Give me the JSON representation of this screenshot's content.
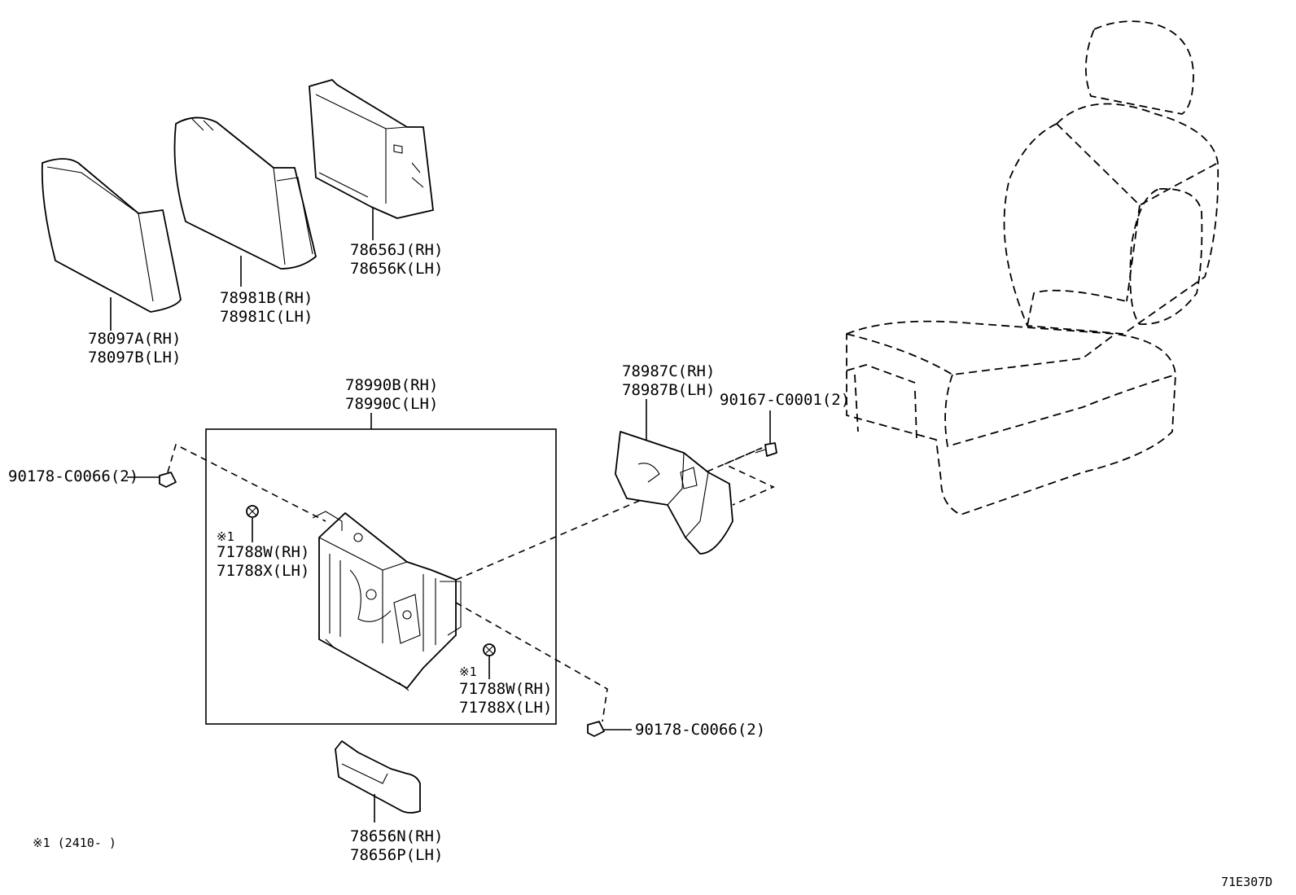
{
  "labels": {
    "cover_a": [
      "78097A(RH)",
      "78097B(LH)"
    ],
    "cover_b": [
      "78981B(RH)",
      "78981C(LH)"
    ],
    "cover_c": [
      "78656J(RH)",
      "78656K(LH)"
    ],
    "assembly": [
      "78990B(RH)",
      "78990C(LH)"
    ],
    "shield": [
      "78987C(RH)",
      "78987B(LH)"
    ],
    "screw": "90167-C0001(2)",
    "nut_left": "90178-C0066(2)",
    "nut_right": "90178-C0066(2)",
    "clip_upper": [
      "※1",
      "71788W(RH)",
      "71788X(LH)"
    ],
    "clip_lower": [
      "※1",
      "71788W(RH)",
      "71788X(LH)"
    ],
    "bottom_cover": [
      "78656N(RH)",
      "78656P(LH)"
    ],
    "footnote": "※1 (2410-      )",
    "diagram_code": "71E307D"
  }
}
